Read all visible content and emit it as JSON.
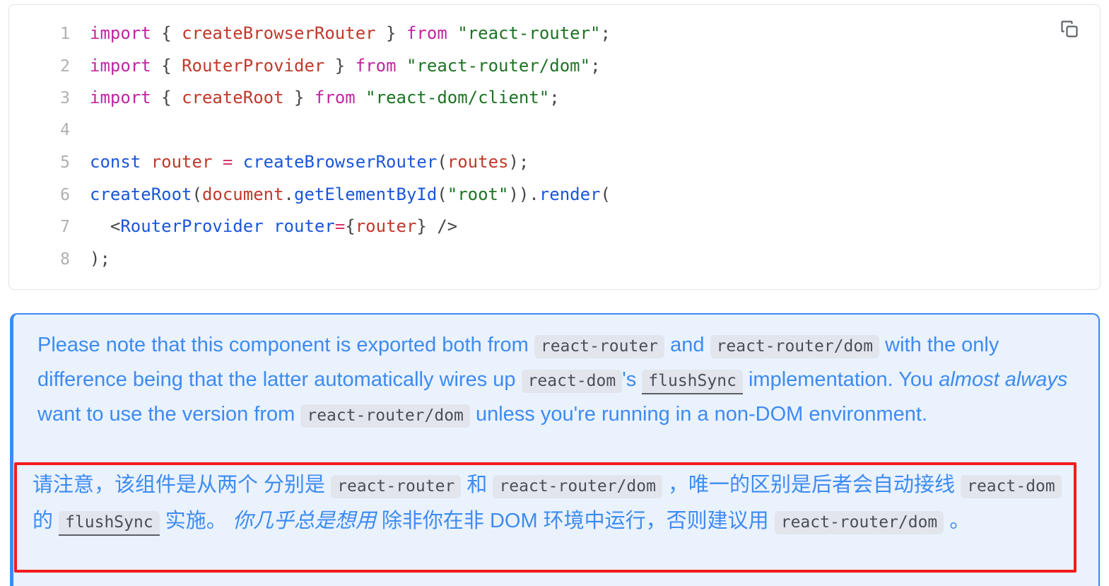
{
  "code_block": {
    "copy_icon": "copy-icon",
    "language": "jsx",
    "lines": [
      {
        "num": "1",
        "tokens": [
          {
            "t": "import ",
            "c": "tok-kw"
          },
          {
            "t": "{ ",
            "c": "tok-punc"
          },
          {
            "t": "createBrowserRouter",
            "c": "tok-id"
          },
          {
            "t": " } ",
            "c": "tok-punc"
          },
          {
            "t": "from",
            "c": "tok-kw"
          },
          {
            "t": " ",
            "c": "tok-punc"
          },
          {
            "t": "\"react-router\"",
            "c": "tok-str"
          },
          {
            "t": ";",
            "c": "tok-punc"
          }
        ]
      },
      {
        "num": "2",
        "tokens": [
          {
            "t": "import ",
            "c": "tok-kw"
          },
          {
            "t": "{ ",
            "c": "tok-punc"
          },
          {
            "t": "RouterProvider",
            "c": "tok-id"
          },
          {
            "t": " } ",
            "c": "tok-punc"
          },
          {
            "t": "from",
            "c": "tok-kw"
          },
          {
            "t": " ",
            "c": "tok-punc"
          },
          {
            "t": "\"react-router/dom\"",
            "c": "tok-str"
          },
          {
            "t": ";",
            "c": "tok-punc"
          }
        ]
      },
      {
        "num": "3",
        "tokens": [
          {
            "t": "import ",
            "c": "tok-kw"
          },
          {
            "t": "{ ",
            "c": "tok-punc"
          },
          {
            "t": "createRoot",
            "c": "tok-id"
          },
          {
            "t": " } ",
            "c": "tok-punc"
          },
          {
            "t": "from",
            "c": "tok-kw"
          },
          {
            "t": " ",
            "c": "tok-punc"
          },
          {
            "t": "\"react-dom/client\"",
            "c": "tok-str"
          },
          {
            "t": ";",
            "c": "tok-punc"
          }
        ]
      },
      {
        "num": "4",
        "tokens": []
      },
      {
        "num": "5",
        "tokens": [
          {
            "t": "const",
            "c": "tok-kw2"
          },
          {
            "t": " ",
            "c": "tok-punc"
          },
          {
            "t": "router",
            "c": "tok-var"
          },
          {
            "t": " ",
            "c": "tok-punc"
          },
          {
            "t": "=",
            "c": "tok-op"
          },
          {
            "t": " ",
            "c": "tok-punc"
          },
          {
            "t": "createBrowserRouter",
            "c": "tok-fn"
          },
          {
            "t": "(",
            "c": "tok-punc"
          },
          {
            "t": "routes",
            "c": "tok-var"
          },
          {
            "t": ");",
            "c": "tok-punc"
          }
        ]
      },
      {
        "num": "6",
        "tokens": [
          {
            "t": "createRoot",
            "c": "tok-fn"
          },
          {
            "t": "(",
            "c": "tok-punc"
          },
          {
            "t": "document",
            "c": "tok-var"
          },
          {
            "t": ".",
            "c": "tok-punc"
          },
          {
            "t": "getElementById",
            "c": "tok-fn"
          },
          {
            "t": "(",
            "c": "tok-punc"
          },
          {
            "t": "\"root\"",
            "c": "tok-str"
          },
          {
            "t": "))",
            "c": "tok-punc"
          },
          {
            "t": ".",
            "c": "tok-punc"
          },
          {
            "t": "render",
            "c": "tok-fn"
          },
          {
            "t": "(",
            "c": "tok-punc"
          }
        ]
      },
      {
        "num": "7",
        "tokens": [
          {
            "t": "  <",
            "c": "tok-punc"
          },
          {
            "t": "RouterProvider",
            "c": "tok-tag"
          },
          {
            "t": " ",
            "c": "tok-punc"
          },
          {
            "t": "router",
            "c": "tok-tag"
          },
          {
            "t": "=",
            "c": "tok-op"
          },
          {
            "t": "{",
            "c": "tok-punc"
          },
          {
            "t": "router",
            "c": "tok-var"
          },
          {
            "t": "}",
            "c": "tok-punc"
          },
          {
            "t": " />",
            "c": "tok-punc"
          }
        ]
      },
      {
        "num": "8",
        "tokens": [
          {
            "t": ");",
            "c": "tok-punc"
          }
        ]
      }
    ]
  },
  "note": {
    "english": {
      "s1": "Please note that this component is exported both from ",
      "chip1": "react-router",
      "s2": " and ",
      "chip2": "react-router/dom",
      "s3": " with the only difference being that the latter automatically wires up ",
      "chip3": "react-dom",
      "s4": "'s ",
      "chip4": "flushSync",
      "s5": " implementation. You ",
      "italic1": "almost always",
      "s6": " want to use the version from ",
      "chip5": "react-router/dom",
      "s7": " unless you're running in a non-DOM environment."
    },
    "chinese": {
      "s1": "请注意，该组件是从两个 分别是 ",
      "chip1": "react-router",
      "s2": " 和 ",
      "chip2": "react-router/dom",
      "s3": " ，唯一的区别是后者会自动接线 ",
      "chip3": "react-dom",
      "s4": " 的 ",
      "chip4": "flushSync",
      "s5": " 实施。 ",
      "italic1": "你几乎总是想用",
      "s6": " 除非你在非 DOM 环境中运行，否则建议用 ",
      "chip5": "react-router/dom",
      "s7": " 。"
    }
  },
  "colors": {
    "note_text": "#3d8bf2",
    "note_bg": "#eaf2fe",
    "note_border": "#3b8bf5",
    "highlight_border": "#f41b1b",
    "chip_bg": "#e2e6ec",
    "line_number": "#b0b0b0"
  }
}
